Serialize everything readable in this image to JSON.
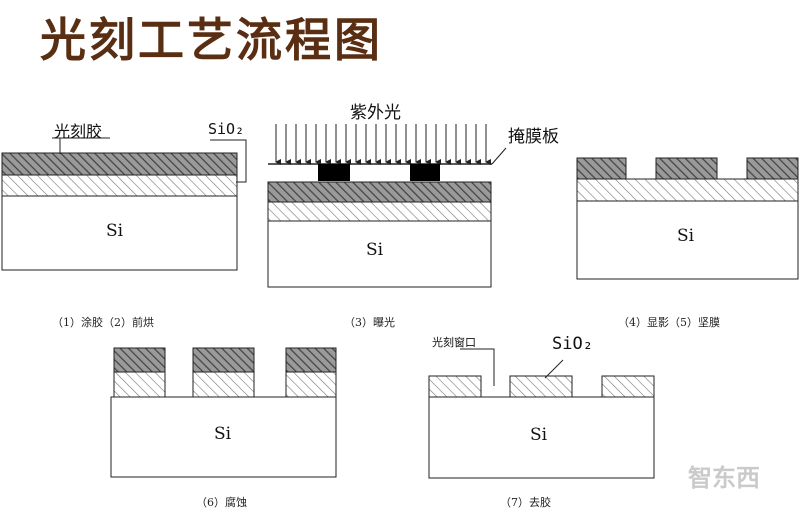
{
  "title": "光刻工艺流程图",
  "labels": {
    "photoresist": "光刻胶",
    "sio2_top": "SiO₂",
    "uv_light": "紫外光",
    "mask": "掩膜板",
    "window": "光刻窗口",
    "sio2_bottom": "SiO₂",
    "si": "Si"
  },
  "captions": {
    "step1_2": "（1）涂胶（2）前烘",
    "step3": "（3）曝光",
    "step4_5": "（4）显影（5）坚膜",
    "step6": "（6）腐蚀",
    "step7": "（7）去胶"
  },
  "watermark": "智东西",
  "colors": {
    "title": "#5a2e12",
    "mask_block": "#000000",
    "line": "#222222"
  }
}
